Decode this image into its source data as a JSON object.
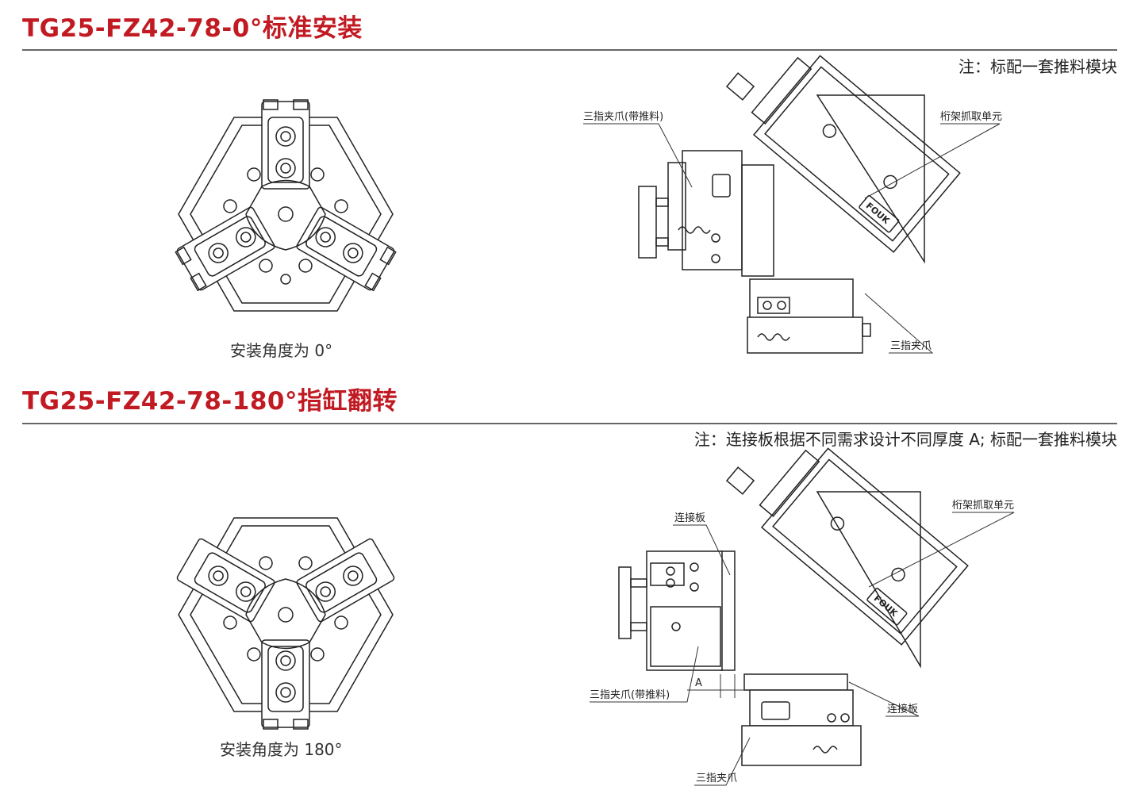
{
  "section1": {
    "title": "TG25-FZ42-78-0°标准安装",
    "note": "注：标配一套推料模块",
    "caption": "安装角度为 0°",
    "callouts": {
      "three_finger_with_pusher": "三指夹爪(带推料)",
      "gantry_unit": "桁架抓取单元",
      "three_finger": "三指夹爪"
    },
    "logo": "FOUK"
  },
  "section2": {
    "title": "TG25-FZ42-78-180°指缸翻转",
    "note": "注：连接板根据不同需求设计不同厚度 A; 标配一套推料模块",
    "caption": "安装角度为 180°",
    "callouts": {
      "connecting_plate_top": "连接板",
      "gantry_unit": "桁架抓取单元",
      "three_finger_with_pusher": "三指夹爪(带推料)",
      "dimension_a": "A",
      "connecting_plate_bottom": "连接板",
      "three_finger": "三指夹爪"
    },
    "logo": "FOUK"
  }
}
